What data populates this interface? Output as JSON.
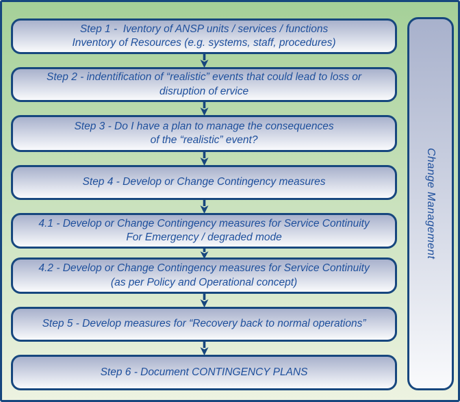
{
  "steps": [
    {
      "id": "step-1",
      "lines": [
        "Step 1 -  Iventory of ANSP units / services / functions",
        "Inventory of Resources (e.g. systems, staff, procedures)"
      ]
    },
    {
      "id": "step-2",
      "lines": [
        "Step 2 - indentification of “realistic” events that could lead to loss or",
        "disruption of ervice"
      ]
    },
    {
      "id": "step-3",
      "lines": [
        "Step 3 - Do I have a plan to manage the consequences",
        "of the “realistic” event?"
      ]
    },
    {
      "id": "step-4",
      "lines": [
        "Step 4 - Develop or Change Contingency measures"
      ]
    },
    {
      "id": "step-4-1",
      "lines": [
        "4.1 - Develop or Change Contingency measures for Service Continuity",
        "For Emergency / degraded mode"
      ]
    },
    {
      "id": "step-4-2",
      "lines": [
        "4.2 - Develop or Change Contingency measures for Service Continuity",
        "(as per Policy and Operational concept)"
      ]
    },
    {
      "id": "step-5",
      "lines": [
        "Step 5 - Develop measures for “Recovery back to normal operations”"
      ]
    },
    {
      "id": "step-6",
      "lines": [
        "Step 6 - Document CONTINGENCY PLANS"
      ]
    }
  ],
  "sidebar": {
    "label": "Change Management"
  },
  "colors": {
    "bg_top": "#a5d098",
    "bg_bottom": "#edf3e1",
    "box_top": "#a8b1cc",
    "box_bottom": "#f9fafc",
    "border": "#17477e",
    "text": "#1e4f9c",
    "arrow": "#17477e"
  }
}
